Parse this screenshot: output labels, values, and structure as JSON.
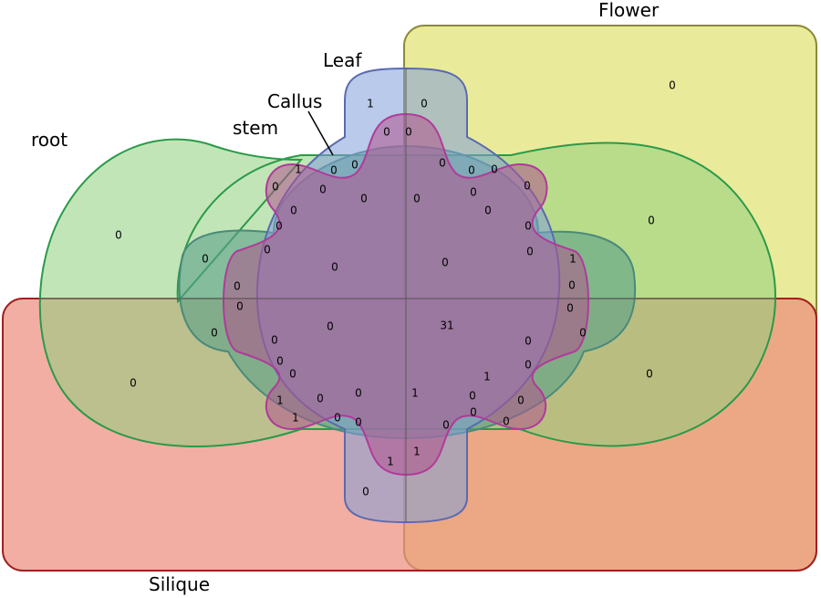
{
  "sets": {
    "flower": {
      "label": "Flower",
      "color": "#e6e68a"
    },
    "silique": {
      "label": "Silique",
      "color": "#ec8c7a"
    },
    "root": {
      "label": "root",
      "color": "#8fd07e"
    },
    "stem": {
      "label": "stem",
      "color": "#5aa088"
    },
    "leaf": {
      "label": "Leaf",
      "color": "#7f9fd8"
    },
    "callus": {
      "label": "Callus",
      "color": "#b0548e"
    }
  },
  "counts": [
    {
      "id": "flower-only",
      "value": "0"
    },
    {
      "id": "leaf-only",
      "value": "1"
    },
    {
      "id": "leaf-flower",
      "value": "0"
    },
    {
      "id": "leaf-callus-a",
      "value": "0"
    },
    {
      "id": "leaf-callus-b",
      "value": "0"
    },
    {
      "id": "callus-stem-tl",
      "value": "1"
    },
    {
      "id": "stem-leaf-a",
      "value": "0"
    },
    {
      "id": "stem-leaf-b",
      "value": "0"
    },
    {
      "id": "callus-root-a",
      "value": "0"
    },
    {
      "id": "callus-root-b",
      "value": "0"
    },
    {
      "id": "upper-left-inner-a",
      "value": "0"
    },
    {
      "id": "upper-right-inner-a",
      "value": "0"
    },
    {
      "id": "upper-right-c1",
      "value": "0"
    },
    {
      "id": "upper-right-c2",
      "value": "0"
    },
    {
      "id": "upper-right-c3",
      "value": "0"
    },
    {
      "id": "upper-right-c4",
      "value": "0"
    },
    {
      "id": "upper-right-c5",
      "value": "0"
    },
    {
      "id": "root-only",
      "value": "0"
    },
    {
      "id": "root-flower",
      "value": "0"
    },
    {
      "id": "left-c1",
      "value": "0"
    },
    {
      "id": "left-c2",
      "value": "0"
    },
    {
      "id": "left-c3",
      "value": "0"
    },
    {
      "id": "left-c4",
      "value": "0"
    },
    {
      "id": "stem-root-left",
      "value": "0"
    },
    {
      "id": "upper-left-mid",
      "value": "0"
    },
    {
      "id": "upper-right-mid",
      "value": "0"
    },
    {
      "id": "right-c1",
      "value": "0"
    },
    {
      "id": "right-c2",
      "value": "0"
    },
    {
      "id": "right-c3",
      "value": "0"
    },
    {
      "id": "right-c4",
      "value": "1"
    },
    {
      "id": "right-c5",
      "value": "0"
    },
    {
      "id": "left-c5",
      "value": "0"
    },
    {
      "id": "left-c6",
      "value": "0"
    },
    {
      "id": "lower-left-mid",
      "value": "0"
    },
    {
      "id": "center-all",
      "value": "31"
    },
    {
      "id": "right-c6",
      "value": "0"
    },
    {
      "id": "right-c7",
      "value": "0"
    },
    {
      "id": "left-c7",
      "value": "0"
    },
    {
      "id": "left-c8",
      "value": "0"
    },
    {
      "id": "root-silique",
      "value": "0"
    },
    {
      "id": "lower-right-c1",
      "value": "1"
    },
    {
      "id": "flower-silique-root",
      "value": "0"
    },
    {
      "id": "lower-left-c1",
      "value": "1"
    },
    {
      "id": "lower-left-c2",
      "value": "0"
    },
    {
      "id": "lower-left-c3",
      "value": "0"
    },
    {
      "id": "lower-left-c4",
      "value": "1"
    },
    {
      "id": "lower-left-c5",
      "value": "0"
    },
    {
      "id": "lower-left-c6",
      "value": "0"
    },
    {
      "id": "lower-center-c1",
      "value": "1"
    },
    {
      "id": "lower-right-c2",
      "value": "0"
    },
    {
      "id": "lower-right-c3",
      "value": "0"
    },
    {
      "id": "lower-right-c4",
      "value": "0"
    },
    {
      "id": "lower-right-c5",
      "value": "0"
    },
    {
      "id": "lower-right-c6",
      "value": "0"
    },
    {
      "id": "lower-center-c2",
      "value": "1"
    },
    {
      "id": "lower-center-c3",
      "value": "0"
    },
    {
      "id": "lower-center-c4",
      "value": "0"
    },
    {
      "id": "lower-center-c5",
      "value": "0"
    },
    {
      "id": "silique-only",
      "value": "1"
    },
    {
      "id": "flower-silique",
      "value": "0"
    }
  ]
}
